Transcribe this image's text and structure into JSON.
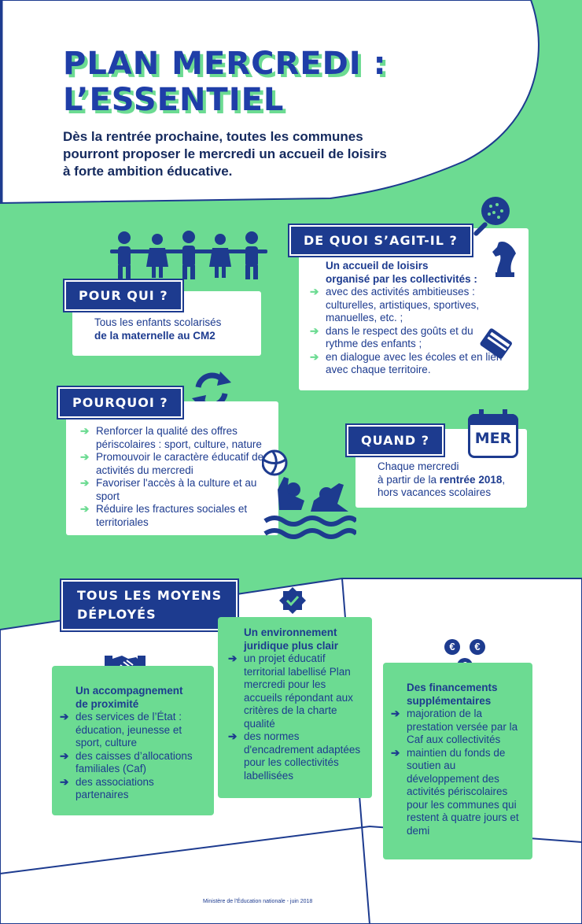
{
  "header": {
    "title_line1": "PLAN MERCREDI :",
    "title_line2": "L’ESSENTIEL",
    "intro": "Dès la rentrée prochaine, toutes les communes pourront proposer le mercredi un accueil de loisirs à forte ambition éducative."
  },
  "pour_qui": {
    "tag": "POUR QUI ?",
    "line1": "Tous les enfants scolarisés",
    "line2": "de la maternelle au CM2"
  },
  "de_quoi": {
    "tag": "DE QUOI S’AGIT-IL ?",
    "lead1": "Un accueil de loisirs",
    "lead2": "organisé par les collectivités :",
    "items": [
      "avec des activités ambitieuses : culturelles, artistiques, sportives, manuelles, etc. ;",
      "dans le respect des goûts et du rythme des enfants ;",
      "en dialogue avec les écoles et en lien avec chaque territoire."
    ]
  },
  "pourquoi": {
    "tag": "POURQUOI ?",
    "items": [
      "Renforcer la qualité des offres périscolaires : sport, culture, nature",
      "Promouvoir le caractère éducatif des activités du mercredi",
      "Favoriser l'accès à la culture et au sport",
      "Réduire les fractures sociales et territoriales"
    ]
  },
  "quand": {
    "tag": "QUAND ?",
    "calendar": "MER",
    "line1": "Chaque mercredi",
    "line2_pre": "à partir de la ",
    "line2_bold": "rentrée 2018",
    "line2_post": ",",
    "line3": "hors vacances scolaires"
  },
  "moyens": {
    "tag_line1": "TOUS LES MOYENS",
    "tag_line2": "DÉPLOYÉS"
  },
  "accompagnement": {
    "lead1": "Un accompagnement",
    "lead2": "de proximité",
    "items": [
      "des services de l’État : éducation, jeunesse et sport, culture",
      "des caisses d’allocations familiales (Caf)",
      "des associations partenaires"
    ]
  },
  "environnement": {
    "lead1": "Un environnement",
    "lead2": "juridique plus clair",
    "items": [
      "un projet éducatif territorial labellisé Plan mercredi pour les accueils répondant aux critères de la charte qualité",
      "des normes d'encadrement adaptées pour les collectivités labellisées"
    ]
  },
  "financements": {
    "lead1": "Des financements",
    "lead2": "supplémentaires",
    "items": [
      "majoration de la prestation versée par la Caf aux collectivités",
      "maintien du fonds de soutien au développement des activités périscolaires pour les communes qui restent à quatre jours et demi"
    ],
    "euro": "€"
  },
  "footer": "Ministère de l’Éducation nationale - juin 2018",
  "colors": {
    "navy": "#1d3b8f",
    "green": "#6cdb92",
    "white": "#ffffff"
  },
  "icons": [
    "children-icon",
    "padel-racket-icon",
    "chess-knight-icon",
    "book-icon",
    "refresh-arrows-icon",
    "beach-ball-icon",
    "swimmers-icon",
    "calendar-icon",
    "handshake-icon",
    "check-badge-icon",
    "euro-coins-icon"
  ]
}
